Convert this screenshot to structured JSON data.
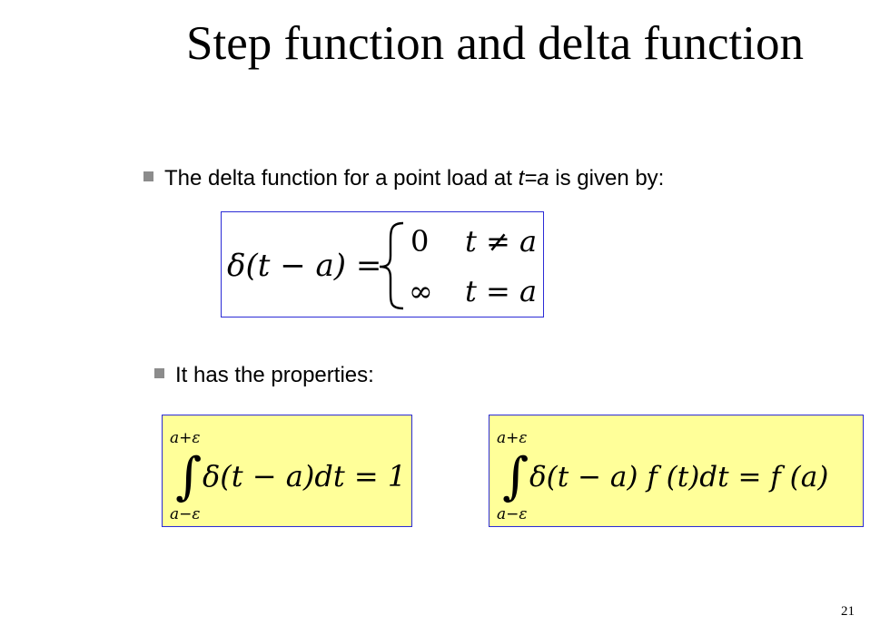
{
  "slide": {
    "title": "Step function and delta function",
    "bullet1": {
      "before": "The delta function for a point load at ",
      "italic1": "t=a",
      "after": " is given by:"
    },
    "bullet2": "It has the properties:",
    "page_number": "21"
  },
  "equations": {
    "delta_definition": {
      "lhs": "δ(t − a) =",
      "case1_value": "0",
      "case1_condition": "t ≠ a",
      "case2_value": "∞",
      "case2_condition": "t = a"
    },
    "property1": {
      "upper": "a+ε",
      "lower": "a−ε",
      "integral": "∫",
      "body": "δ(t − a)dt = 1"
    },
    "property2": {
      "upper": "a+ε",
      "lower": "a−ε",
      "integral": "∫",
      "body": "δ(t − a) f (t)dt = f (a)"
    }
  },
  "colors": {
    "equation_border": "#2b2bd6",
    "property_fill": "#ffff99",
    "bullet_marker": "#8c8c8c"
  }
}
